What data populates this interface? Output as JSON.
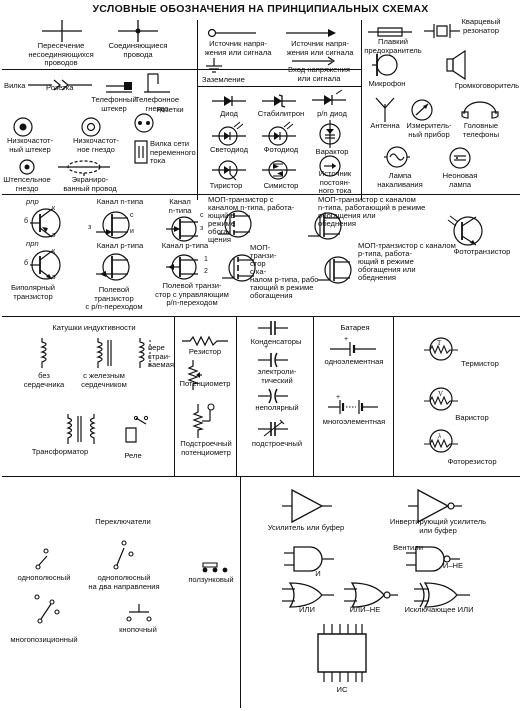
{
  "title": "УСЛОВНЫЕ ОБОЗНАЧЕНИЯ НА ПРИНЦИПИАЛЬНЫХ СХЕМАХ",
  "labels": {
    "crossing": "Пересечение\nнесоединяющихся\nпроводов",
    "junction": "Соединяющиеся\nпровода",
    "src_voltage": "Источник напря-\nжения или сигнала",
    "src_voltage2": "Источник напря-\nжения или сигнала",
    "fuse": "Плавкий\nпредохранитель",
    "crystal": "Кварцевый\nрезонатор",
    "ground": "Заземление",
    "input": "Вход напряжения\nили сигнала",
    "microphone": "Микрофон",
    "speaker": "Громкоговоритель",
    "plug": "Вилка",
    "socket": "Розетка",
    "phone_plug": "Телефонный\nштекер",
    "phone_jack": "Телефонное\nгнездо",
    "lowfreq_plug": "Низкочастот-\nный штекер",
    "lowfreq_jack": "Низкочастот-\nное гнездо",
    "sockets": "Розетки",
    "mains_plug": "Вилка сети\nпеременного\nтока",
    "pin_jack": "Штепсельное\nгнездо",
    "shielded": "Экраниро-\nванный провод",
    "antenna": "Антенна",
    "meter": "Измеритель-\nный прибор",
    "headphones": "Головные\nтелефоны",
    "diode": "Диод",
    "zener": "Стабилитрон",
    "pin_diode": "p/n диод",
    "led": "Светодиод",
    "photodiode": "Фотодиод",
    "varactor": "Варактор",
    "thyristor": "Тиристор",
    "triac": "Симистор",
    "current_src": "Источник\nпостоян-\nного тока",
    "lamp": "Лампа\nнакаливания",
    "neon": "Неоновая\nлампа",
    "pnp": "pnp",
    "npn": "npn",
    "n_channel": "Канал n-типа",
    "n_channel2": "Канал\nn-типа",
    "p_channel": "Канал p-типа",
    "p_channel2": "Канал p-типа",
    "mos_n": "МОП-транзистор с\nканалом n-типа, работа-\nющий в\nрежиме\nобога-\nщения",
    "mos_n_depl": "МОП-транзистор с каналом\nn-типа, работающий в режиме\nобогащения или\nобеднения",
    "bipolar": "Биполярный\nтранзистор",
    "jfet_pn": "Полевой\nтранзистор\nс p/n-переходом",
    "jfet_pn2": "Полевой транзи-\nстор с управляющим\np/n-переходом",
    "mos_p": "МОП-\nтранзи-\nстор\nс ка-\nналом p-типа, рабо-\nтающий в режиме\nобогащения",
    "mos_p_depl": "МОП-транзистор с каналом\np-типа, работа-\nющий в режиме\nобогащения или\nобеднения",
    "phototransistor": "Фототранзистор",
    "coils": "Катушки индуктивности",
    "no_core": "без\nсердечника",
    "iron_core": "с железным\nсердечником",
    "adjustable": "пере\nстраи-\nваемая",
    "transformer": "Трансформатор",
    "relay": "Реле",
    "resistor": "Резистор",
    "pot": "Потенциометр",
    "trimmer": "Подстроечный\nпотенциометр",
    "capacitors": "Конденсаторы",
    "electrolytic": "электроли-\nтический",
    "nonpolar": "неполярный",
    "trimcap": "подстроечный",
    "battery": "Батарея",
    "single_cell": "одноэлементная",
    "multi_cell": "многоэлементная",
    "thermistor": "Термистор",
    "varistor": "Варистор",
    "photoresistor": "Фоторезистор",
    "switches": "Переключатели",
    "spst": "однополюсный",
    "spdt": "однополюсный\nна два направления",
    "slide": "ползунковый",
    "multipos": "многопозиционный",
    "pushbutton": "кнопочный",
    "amplifier": "Усилитель или буфер",
    "inv_amp": "Инвертирующий усилитель\nили буфер",
    "gates": "Вентили",
    "and": "И",
    "nand": "И–НЕ",
    "or": "ИЛИ",
    "nor": "ИЛИ–НЕ",
    "xor": "Исключающее ИЛИ",
    "ic": "ИС"
  },
  "pin_letters": {
    "b": "б",
    "k": "к",
    "e": "э",
    "z": "з",
    "s": "с",
    "i": "и",
    "pin1": "1",
    "pin2": "2"
  },
  "battery_marks": {
    "plus": "+"
  }
}
